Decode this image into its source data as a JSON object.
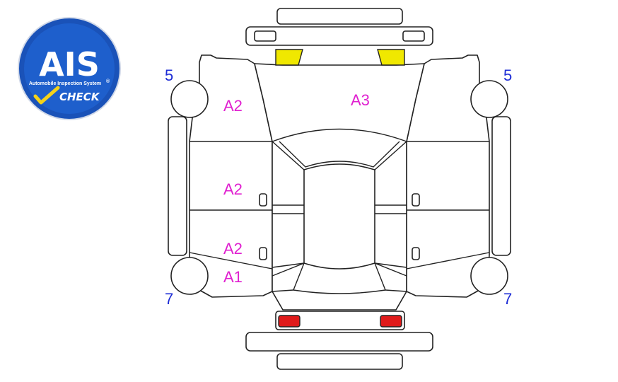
{
  "logo": {
    "brand": "AIS",
    "tagline": "Automobile Inspection System",
    "registered": "®",
    "check": "CHECK",
    "colors": {
      "outer_ring": "#1a52b8",
      "inner_fill": "#1e5fcc",
      "check_mark": "#f4d21a",
      "text": "#ffffff"
    }
  },
  "damage_marks": {
    "hood": "A3",
    "left_front_fender": "A2",
    "left_front_door": "A2",
    "left_rear_door": "A2",
    "left_rear_quarter": "A1"
  },
  "tyre_marks": {
    "front_left": "5",
    "front_right": "5",
    "rear_left": "7",
    "rear_right": "7"
  },
  "colors": {
    "damage_text": "#e020d0",
    "tyre_text": "#1e2dd6",
    "headlight": "#f0e800",
    "taillight": "#e01a1a",
    "outline": "#222222"
  }
}
